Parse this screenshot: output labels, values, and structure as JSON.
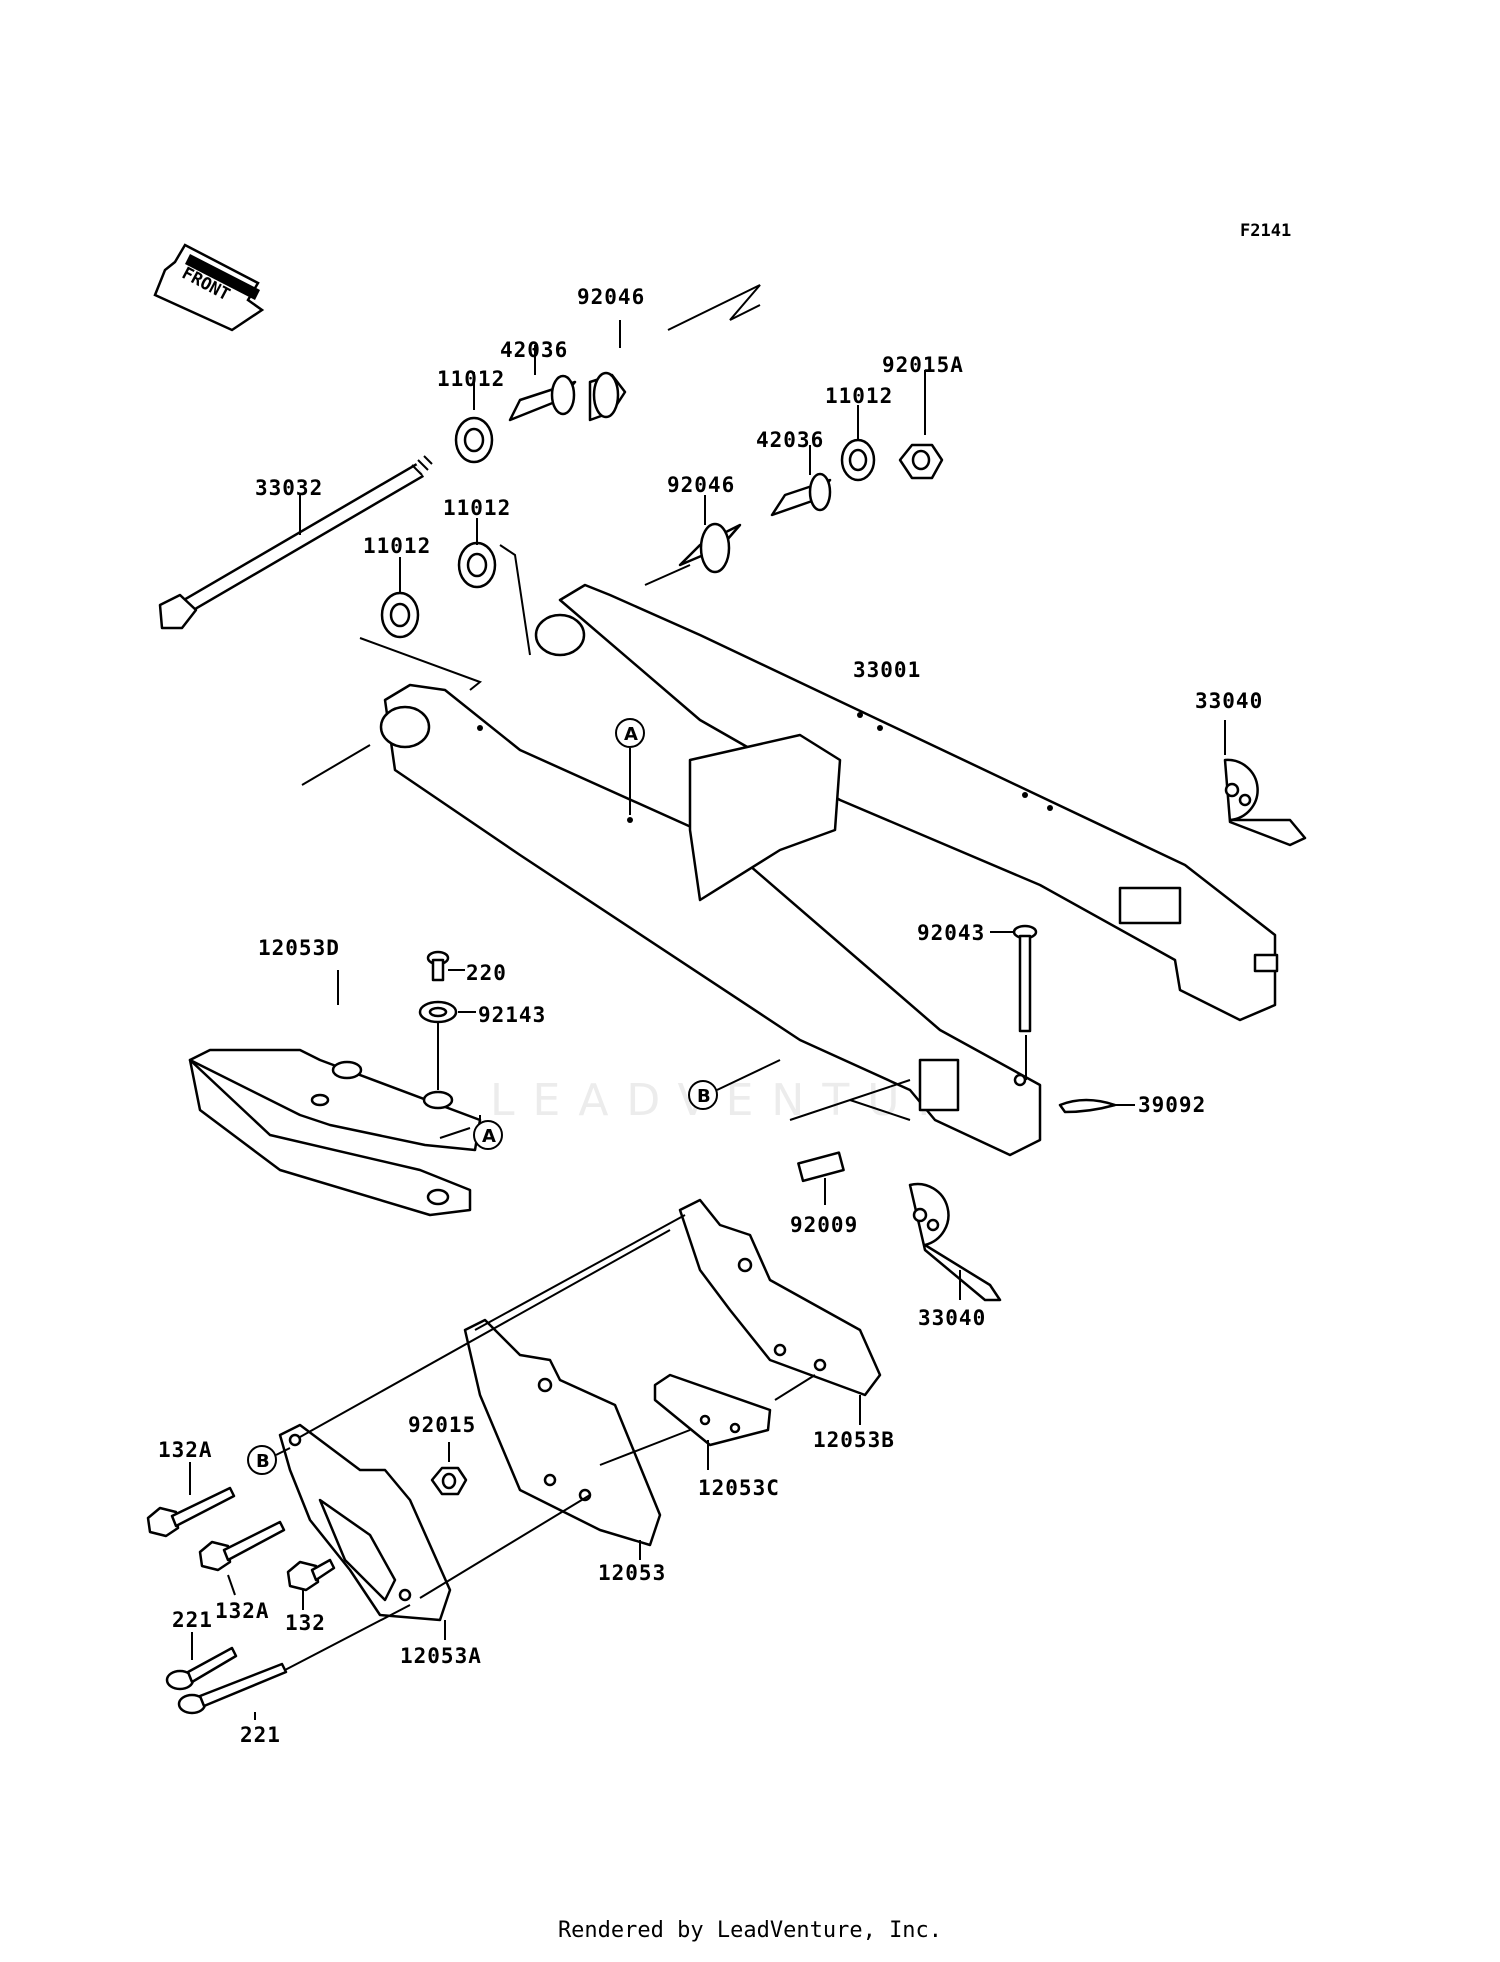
{
  "figure_code": "F2141",
  "front_label": "FRONT",
  "footer_text": "Rendered by LeadVenture, Inc.",
  "watermark_text": "LEADVENTURE",
  "callouts": {
    "a": "A",
    "b": "B"
  },
  "labels": {
    "p92046_top": "92046",
    "p42036_top": "42036",
    "p11012_top": "11012",
    "p92015A": "92015A",
    "p11012_right": "11012",
    "p42036_right": "42036",
    "p33032": "33032",
    "p92046_mid": "92046",
    "p11012_mid": "11012",
    "p11012_left": "11012",
    "p33001": "33001",
    "p33040_top": "33040",
    "p12053D": "12053D",
    "p220": "220",
    "p92143": "92143",
    "p92043": "92043",
    "p39092": "39092",
    "p92009": "92009",
    "p33040_bottom": "33040",
    "p92015": "92015",
    "p132A_top": "132A",
    "p132A_bottom": "132A",
    "p132": "132",
    "p221_top": "221",
    "p221_bottom": "221",
    "p12053": "12053",
    "p12053A": "12053A",
    "p12053B": "12053B",
    "p12053C": "12053C"
  }
}
